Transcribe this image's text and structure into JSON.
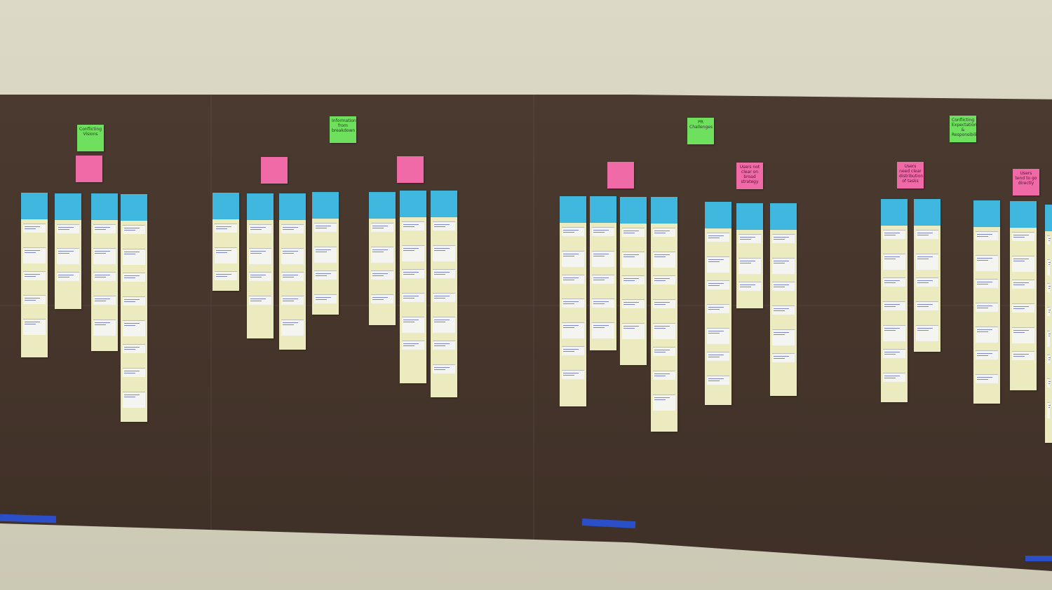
{
  "scene": {
    "description_colors": {
      "wall": "#d9d6c4",
      "board": "#45352b",
      "tape": "#2b4fc9",
      "green": "#6ee05e",
      "pink": "#f06aa8",
      "blue": "#3fb7df",
      "yellow": "#ecebc0"
    }
  },
  "groups": [
    {
      "title": "Conflicting Visions"
    },
    {
      "title": "Information from breakdown"
    },
    {
      "title": "PR Challenges"
    },
    {
      "title": "Conflicting Expectations & Responsibilities"
    }
  ],
  "subnotes": [
    {
      "text": ""
    },
    {
      "text": ""
    },
    {
      "text": ""
    },
    {
      "text": ""
    },
    {
      "text": "Users not clear on broad strategy"
    },
    {
      "text": "Users need clear distribution of tasks"
    },
    {
      "text": "Users tend to go directly"
    }
  ]
}
